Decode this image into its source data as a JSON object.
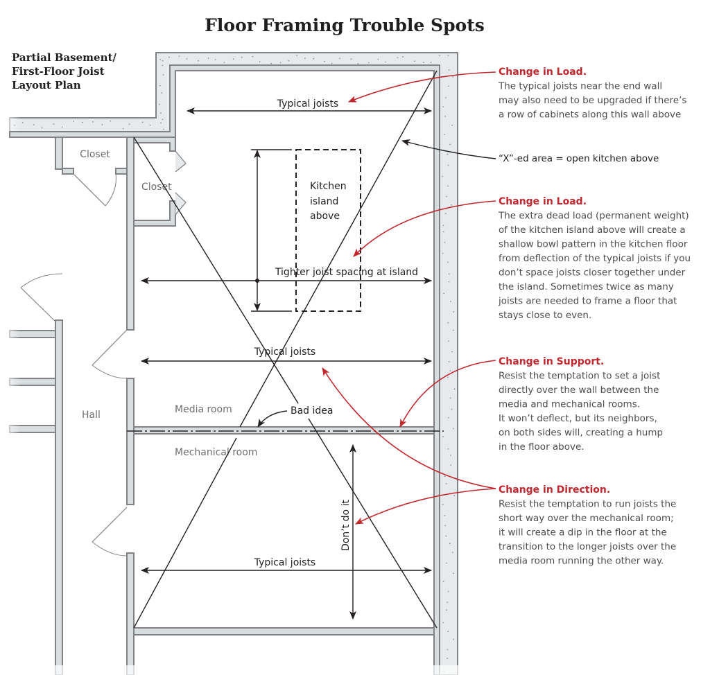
{
  "title": "Floor Framing Trouble Spots",
  "subtitle_lines": [
    "Partial Basement/",
    "First-Floor Joist",
    "Layout Plan"
  ],
  "rooms": {
    "closet_left": "Closet",
    "closet_right": "Closet",
    "hall": "Hall",
    "media_room": "Media room",
    "mechanical_room": "Mechanical room"
  },
  "labels": {
    "typical_joists_top": "Typical joists",
    "typical_joists_middle": "Typical joists",
    "typical_joists_bottom": "Typical joists",
    "kitchen_island_lines": [
      "Kitchen",
      "island",
      "above"
    ],
    "tighter_spacing": "Tighter joist spacing at island",
    "bad_idea": "Bad idea",
    "dont_do_it": "Don’t do it"
  },
  "callouts": [
    {
      "heading": "Change in Load.",
      "lines": [
        "The typical joists near the end wall",
        "may also need to be upgraded if there’s",
        "a row of cabinets along this wall above"
      ]
    },
    {
      "heading": "",
      "lines": [
        "“X”-ed area = open kitchen above"
      ]
    },
    {
      "heading": "Change in Load.",
      "lines": [
        "The extra dead load (permanent weight)",
        "of the kitchen island above will create a",
        "shallow bowl pattern in the kitchen floor",
        "from deflection of the typical joists if you",
        "don’t space joists closer together under",
        "the island. Sometimes twice as many",
        "joists are needed to frame a floor that",
        "stays close to even."
      ]
    },
    {
      "heading": "Change in Support.",
      "lines": [
        "Resist the temptation to set a joist",
        "directly over the wall between the",
        "media and mechanical rooms.",
        "It won’t deflect, but its neighbors,",
        "on both sides will, creating a hump",
        "in the floor above."
      ]
    },
    {
      "heading": "Change in Direction.",
      "lines": [
        "Resist the temptation to run joists the",
        "short way over the mechanical room;",
        "it will create a dip in the floor at the",
        "transition to the longer joists over the",
        "media room running the other way."
      ]
    }
  ],
  "colors": {
    "accent_red": "#c1272d",
    "wall_fill": "#d8dde0",
    "concrete_fill": "#e6eaec",
    "wall_stroke": "#808285",
    "ink": "#231f20",
    "room_label": "#6d6e70"
  }
}
